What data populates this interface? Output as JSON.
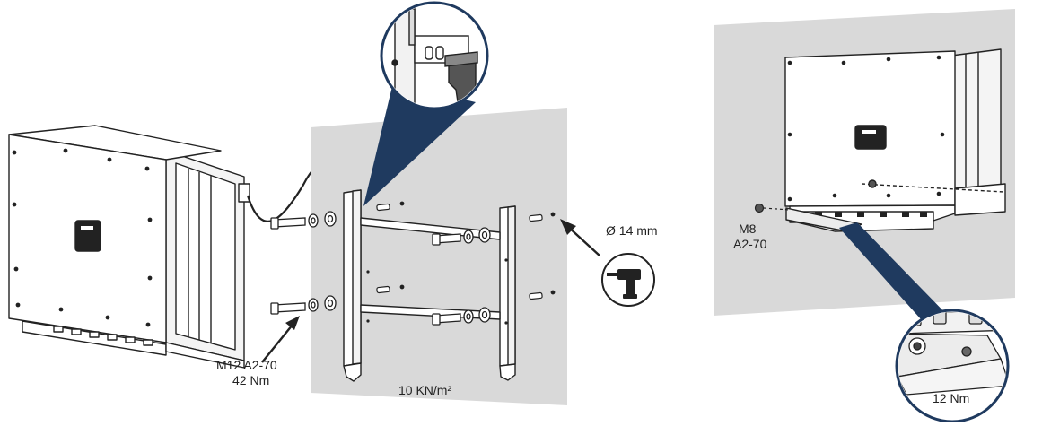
{
  "labels": {
    "screw_spec": "M12 A2-70",
    "screw_torque": "42 Nm",
    "drill_diameter": "Ø 14 mm",
    "wall_load": "10 KN/m²",
    "bolt_spec_line1": "M8",
    "bolt_spec_line2": "A2-70",
    "bolt_torque": "12 Nm"
  },
  "icons": [
    "drill-icon",
    "inverter-unit",
    "mounting-bracket",
    "wall-panel",
    "detail-callout"
  ],
  "colors": {
    "line": "#222222",
    "wall": "#d9d9d9",
    "callout_accent": "#1f3a5f",
    "device_body": "#ffffff"
  }
}
